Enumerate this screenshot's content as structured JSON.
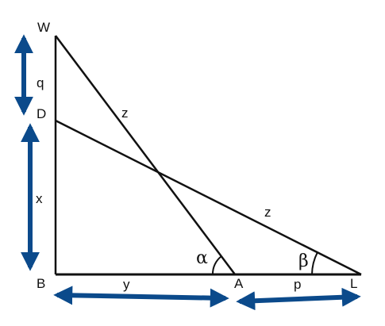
{
  "points": {
    "W": "W",
    "D": "D",
    "B": "B",
    "A": "A",
    "L": "L"
  },
  "segments": {
    "q": "q",
    "x": "x",
    "y": "y",
    "p": "p",
    "z_wa": "z",
    "z_dl": "z"
  },
  "angles": {
    "alpha": "α",
    "beta": "β"
  },
  "colors": {
    "line": "#111111",
    "arrow": "#0b4a8b"
  }
}
